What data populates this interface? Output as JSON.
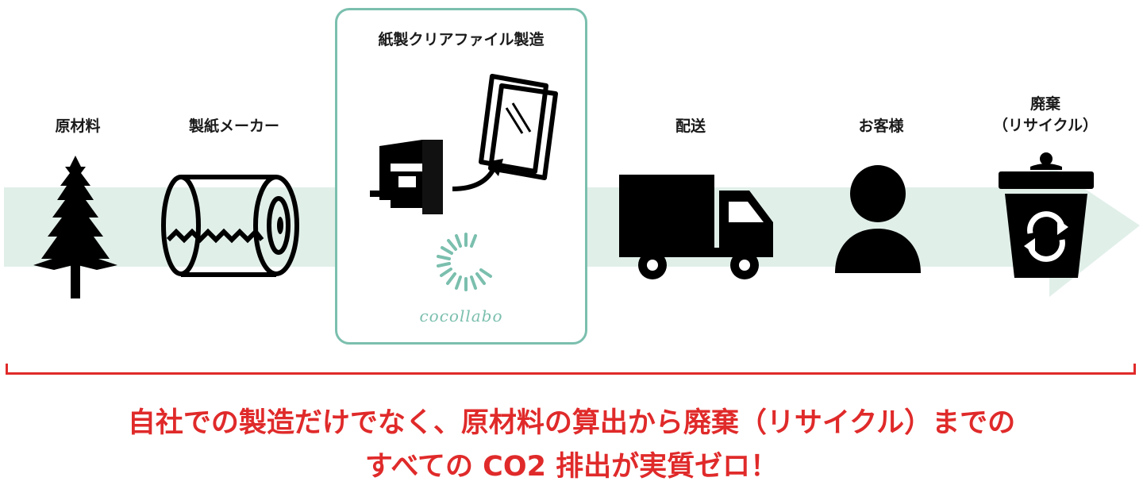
{
  "colors": {
    "band": "#e1efe9",
    "accent_box": "#7bbfae",
    "icon": "#000000",
    "summary_text": "#e02a2a"
  },
  "steps": [
    {
      "label": "原材料",
      "icon": "tree-icon"
    },
    {
      "label": "製紙メーカー",
      "icon": "paper-roll-icon"
    },
    {
      "label": "紙製クリアファイル製造",
      "icon": "press-machine-to-clear-file-icon"
    },
    {
      "label": "配送",
      "icon": "truck-icon"
    },
    {
      "label": "お客様",
      "icon": "person-icon"
    },
    {
      "label_line1": "廃棄",
      "label_line2": "（リサイクル）",
      "icon": "recycle-bin-icon"
    }
  ],
  "brand": {
    "name": "cocollabo",
    "logo_icon": "cocollabo-c-logo-icon"
  },
  "summary": {
    "line1": "自社での製造だけでなく、原材料の算出から廃棄（リサイクル）までの",
    "line2": "すべての CO2 排出が実質ゼロ！"
  }
}
